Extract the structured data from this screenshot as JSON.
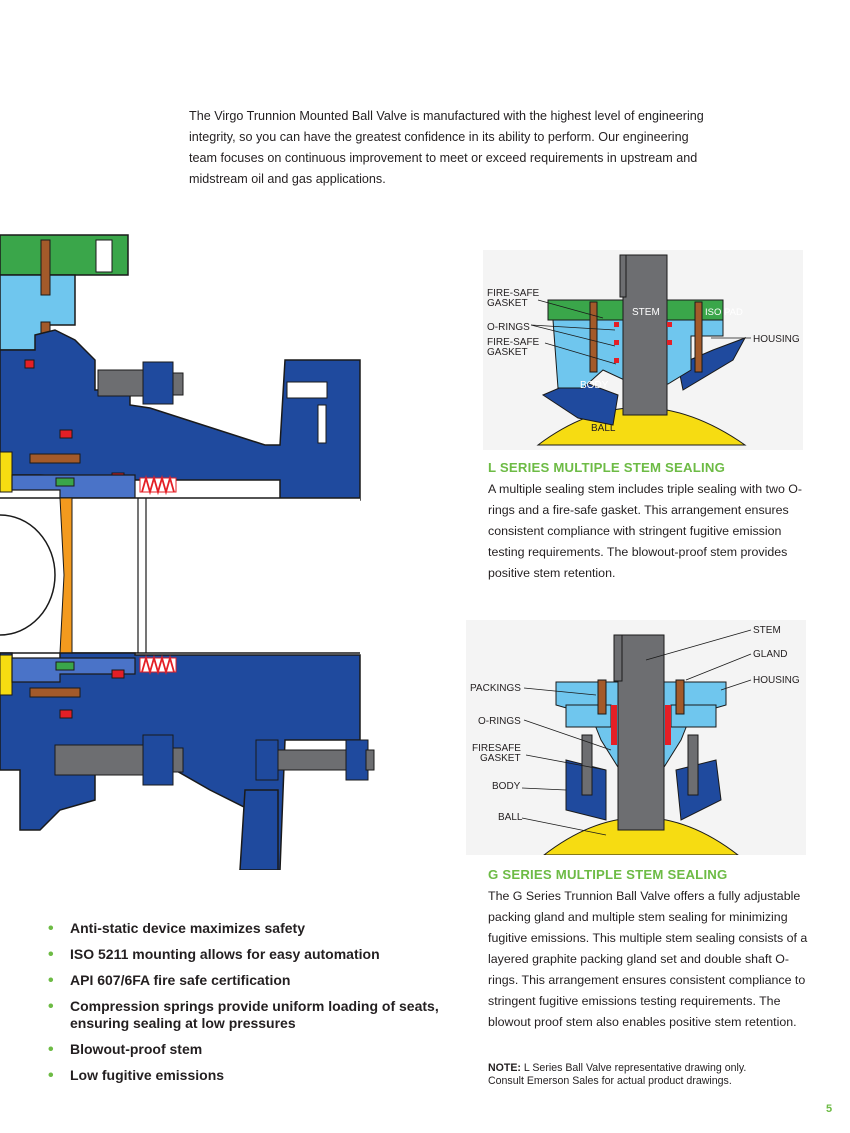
{
  "intro": "The Virgo Trunnion Mounted Ball Valve is manufactured with the highest level of engineering integrity, so you can have the greatest confidence in its ability to perform. Our engineering team focuses on continuous improvement to meet or exceed requirements in upstream and midstream oil and gas applications.",
  "l_series": {
    "title": "L SERIES MULTIPLE STEM SEALING",
    "body": "A multiple sealing stem includes triple sealing with two O-rings and a fire-safe gasket. This arrangement ensures consistent compliance with stringent fugitive emission testing requirements. The blowout-proof stem provides positive stem retention.",
    "labels": {
      "fire_safe_gasket_1a": "FIRE-SAFE",
      "fire_safe_gasket_1b": "GASKET",
      "o_rings": "O-RINGS",
      "fire_safe_gasket_2a": "FIRE-SAFE",
      "fire_safe_gasket_2b": "GASKET",
      "stem": "STEM",
      "iso_pad": "ISO PAD",
      "housing": "HOUSING",
      "body": "BODY",
      "ball": "BALL"
    }
  },
  "g_series": {
    "title": "G SERIES MULTIPLE STEM SEALING",
    "body": "The G Series Trunnion Ball Valve offers a fully adjustable packing gland and multiple stem sealing for minimizing fugitive emissions. This multiple stem sealing consists of a layered graphite packing gland set and double shaft O-rings. This arrangement ensures consistent compliance to stringent fugitive emissions testing requirements. The blowout proof stem also enables positive stem retention.",
    "labels": {
      "stem": "STEM",
      "gland": "GLAND",
      "housing": "HOUSING",
      "packings": "PACKINGS",
      "o_rings": "O-RINGS",
      "firesafe_gasket_a": "FIRESAFE",
      "firesafe_gasket_b": "GASKET",
      "body": "BODY",
      "ball": "BALL"
    }
  },
  "features": [
    "Anti-static device maximizes safety",
    "ISO 5211 mounting allows for easy automation",
    "API 607/6FA fire safe certification",
    "Compression springs provide uniform loading of seats, ensuring sealing at low pressures",
    "Blowout-proof stem",
    "Low fugitive emissions"
  ],
  "note": {
    "label": "NOTE:",
    "line1": "L Series Ball Valve representative drawing only.",
    "line2": "Consult Emerson Sales for actual product drawings."
  },
  "page_number": "5",
  "colors": {
    "accent_green": "#6dbb45",
    "valve_blue": "#1f4a9e",
    "seat_light_blue": "#6fc6ee",
    "pad_green": "#3aa64a",
    "ball_yellow": "#f6dc12",
    "stem_gray": "#6d6e71",
    "seal_red": "#e41f26",
    "bolt_brown": "#a35a2a",
    "orange_seat": "#f39a1e"
  }
}
